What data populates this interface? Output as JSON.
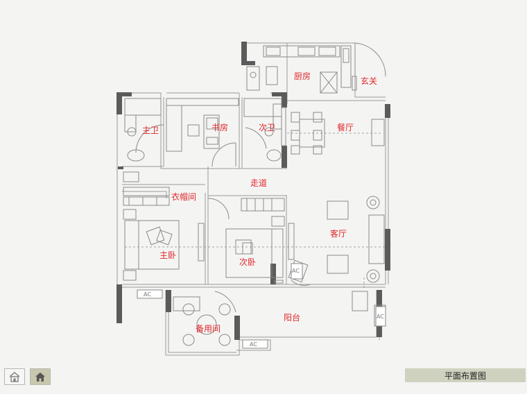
{
  "rooms": {
    "kitchen": "厨房",
    "entrance": "玄关",
    "study": "书房",
    "master_bath": "主卫",
    "second_bath": "次卫",
    "dining": "餐厅",
    "corridor": "走道",
    "walkin_closet": "衣帽间",
    "living": "客厅",
    "master_bedroom": "主卧",
    "second_bedroom": "次卧",
    "balcony": "阳台",
    "spare_room": "备用间"
  },
  "ac_units": {
    "unit_a": "AC",
    "unit_b": "AC",
    "unit_c": "AC",
    "unit_d": "AC"
  },
  "nav": {
    "home_icon": "home-icon",
    "up_icon": "house-up-icon"
  },
  "view_title": "平面布置图",
  "colors": {
    "label_red": "#e0282a",
    "wall_dark": "#5a5a5a",
    "title_bar_bg": "#cfd2bf",
    "active_button_bg": "#c9c7ad"
  }
}
